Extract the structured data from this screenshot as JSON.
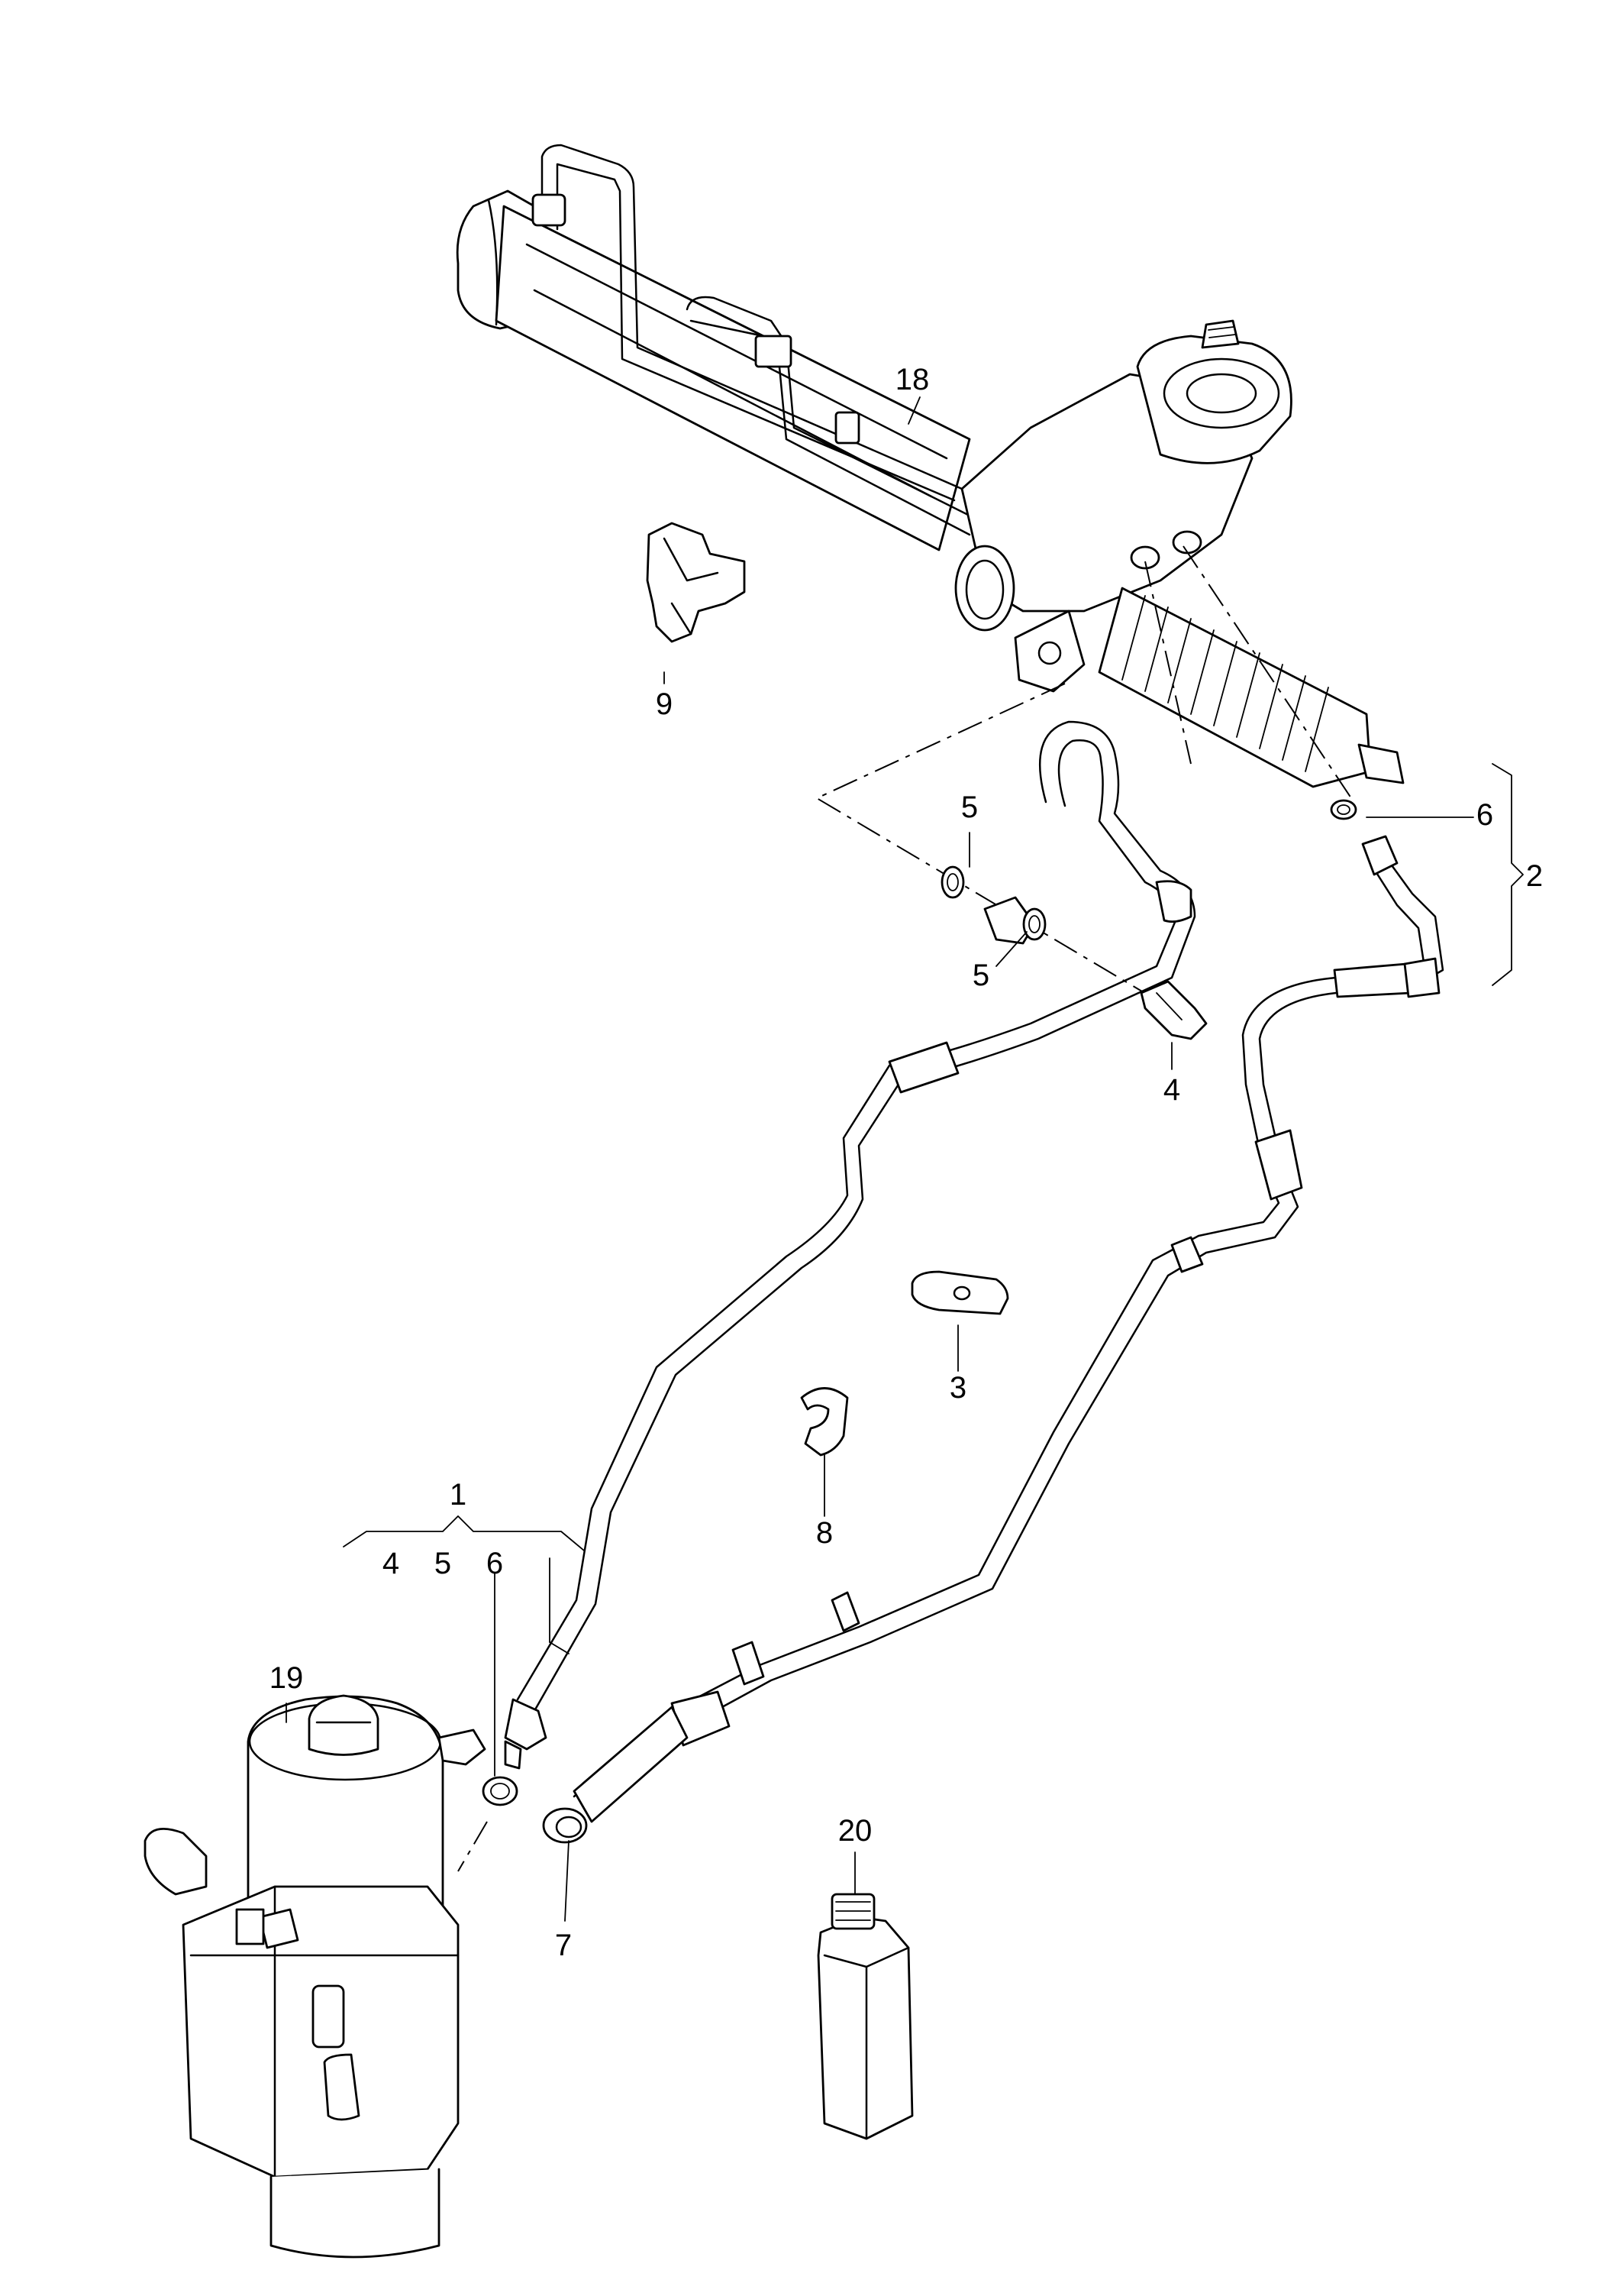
{
  "callouts": {
    "c1": "1",
    "c1_4": "4",
    "c1_5": "5",
    "c1_6": "6",
    "c2": "2",
    "c3": "3",
    "c4": "4",
    "c5a": "5",
    "c5b": "5",
    "c6": "6",
    "c7": "7",
    "c8": "8",
    "c9": "9",
    "c18": "18",
    "c19": "19",
    "c20": "20"
  }
}
